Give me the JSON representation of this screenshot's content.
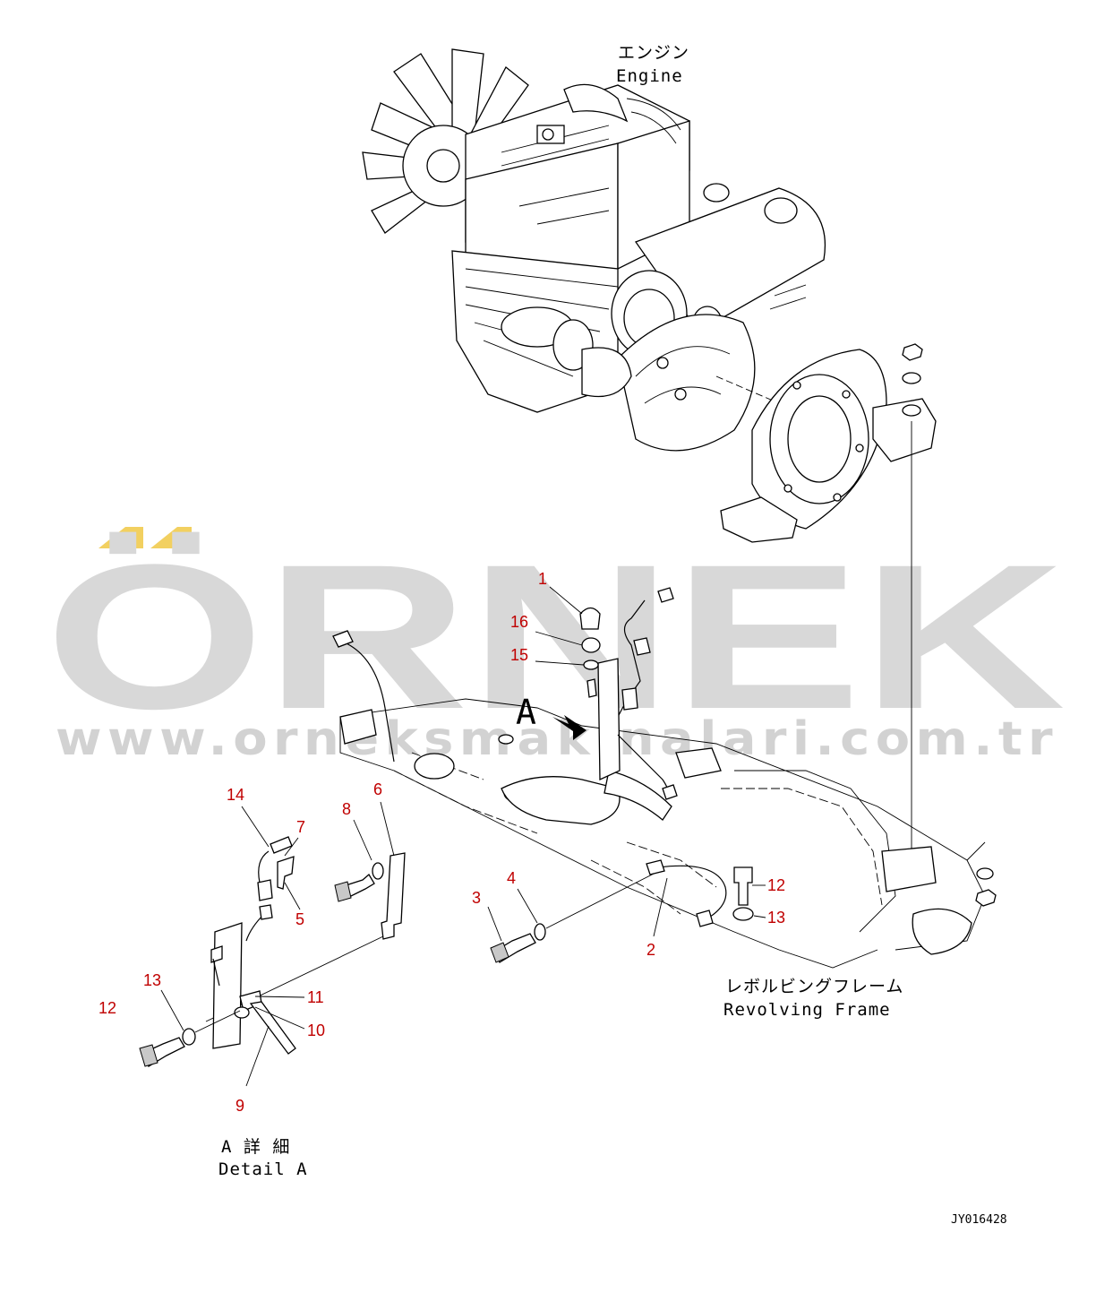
{
  "labels": {
    "engine_jp": "エンジン",
    "engine_en": "Engine",
    "frame_jp": "レボルビングフレーム",
    "frame_en": "Revolving Frame",
    "detail_jp": "A 詳 細",
    "detail_en": "Detail A",
    "view_marker": "A",
    "drawing_code": "JY016428"
  },
  "watermark": {
    "brand": "ÖRNEK",
    "url": "www.orneksmakinalari.com.tr",
    "accent_color": "#f2d060",
    "text_color": "#d8d8d8"
  },
  "callouts": [
    "1",
    "16",
    "15",
    "14",
    "7",
    "8",
    "6",
    "5",
    "3",
    "4",
    "2",
    "12",
    "13",
    "13",
    "11",
    "12",
    "10",
    "9"
  ],
  "colors": {
    "callout": "#c00000",
    "line": "#000000"
  }
}
